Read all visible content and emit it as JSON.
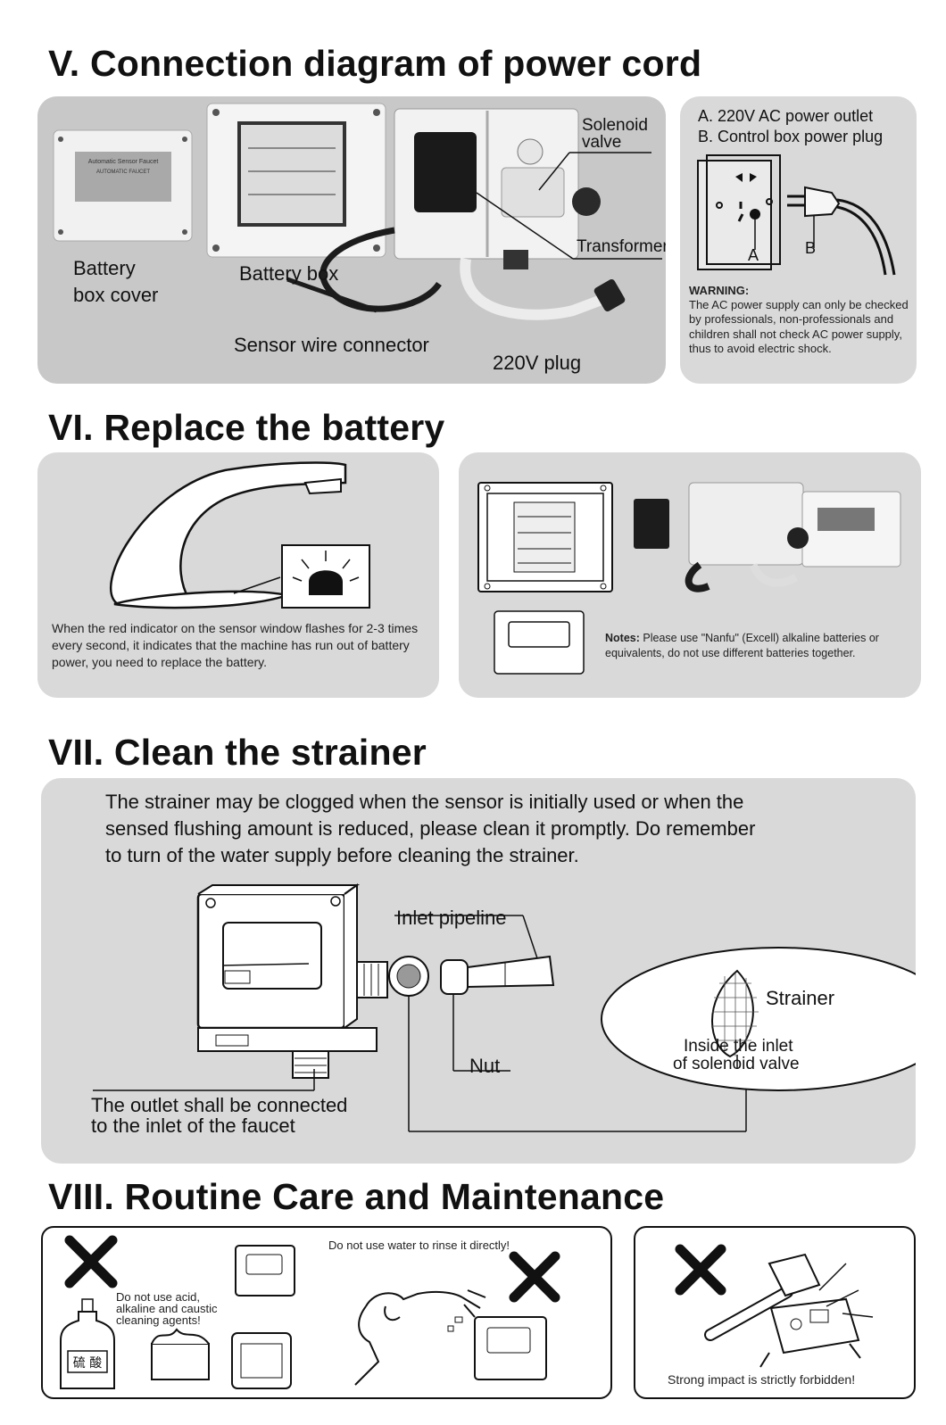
{
  "sections": {
    "s5": {
      "title": "V. Connection diagram of power cord",
      "labels": {
        "battery_box_cover_1": "Battery",
        "battery_box_cover_2": "box cover",
        "battery_box": "Battery box",
        "sensor_wire": "Sensor wire connector",
        "plug220": "220V plug",
        "solenoid_1": "Solenoid",
        "solenoid_2": "valve",
        "transformer": "Transformer",
        "plate_line1": "Automatic Sensor Faucet",
        "plate_line2": "AUTOMATIC FAUCET"
      },
      "side": {
        "line_a": "A. 220V AC power outlet",
        "line_b": "B. Control box power plug",
        "label_a": "A",
        "label_b": "B",
        "warning_title": "WARNING:",
        "warning_text": "The AC power supply can only be checked by professionals, non-professionals and children shall not check AC power supply, thus to avoid electric shock."
      }
    },
    "s6": {
      "title": "VI. Replace the battery",
      "left_text": "When the red indicator on the sensor window flashes for 2-3 times every second, it indicates that the machine has run out of battery power, you need to replace the battery.",
      "notes_label": "Notes:",
      "notes_text": "Please use \"Nanfu\" (Excell) alkaline batteries or equivalents, do not use different batteries together."
    },
    "s7": {
      "title": "VII. Clean the strainer",
      "intro_1": "The strainer may be clogged when the sensor is initially used or when the",
      "intro_2": "sensed flushing amount is reduced, please clean it promptly. Do remember",
      "intro_3": "to turn of the water supply before cleaning the strainer.",
      "inlet_pipeline": "Inlet pipeline",
      "strainer": "Strainer",
      "inside_1": "Inside the inlet",
      "inside_2": "of solenoid valve",
      "nut": "Nut",
      "outlet_1": "The outlet shall be connected",
      "outlet_2": "to the inlet of the faucet"
    },
    "s8": {
      "title": "VIII. Routine Care and Maintenance",
      "no_water": "Do not use water to rinse it directly!",
      "no_acid_1": "Do not use acid,",
      "no_acid_2": "alkaline and caustic",
      "no_acid_3": "cleaning agents!",
      "bottle_label": "硫 酸",
      "no_impact": "Strong impact is strictly forbidden!"
    }
  },
  "colors": {
    "panel_gray": "#d9d9d9",
    "photo_gray": "#c9c9c9",
    "text": "#111111"
  }
}
